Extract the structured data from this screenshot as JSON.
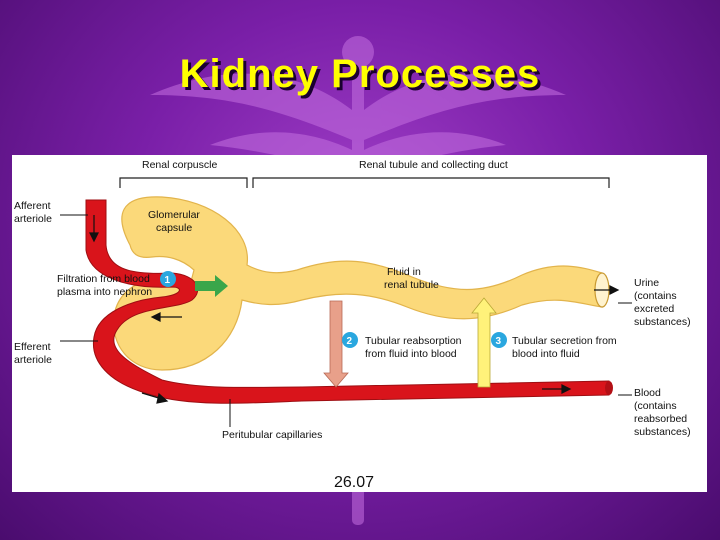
{
  "slide": {
    "title": "Kidney Processes"
  },
  "diagram": {
    "header_left": "Renal corpuscle",
    "header_right": "Renal tubule and collecting duct",
    "afferent_1": "Afferent",
    "afferent_2": "arteriole",
    "glomerular_1": "Glomerular",
    "glomerular_2": "capsule",
    "filtration_1": "Filtration from blood",
    "filtration_2": "plasma into nephron",
    "efferent_1": "Efferent",
    "efferent_2": "arteriole",
    "fluid_1": "Fluid in",
    "fluid_2": "renal tubule",
    "step1": "1",
    "step2": "2",
    "step3": "3",
    "reabsorption_1": "Tubular reabsorption",
    "reabsorption_2": "from fluid into blood",
    "secretion_1": "Tubular secretion from",
    "secretion_2": "blood into fluid",
    "urine_1": "Urine",
    "urine_2": "(contains",
    "urine_3": "excreted",
    "urine_4": "substances)",
    "blood_1": "Blood",
    "blood_2": "(contains",
    "blood_3": "reabsorbed",
    "blood_4": "substances)",
    "peritubular": "Peritubular capillaries",
    "figure_number": "26.07"
  },
  "colors": {
    "background": "#7a1fa8",
    "title": "#ffff00",
    "tubule": "#fbd97a",
    "blood": "#d9141b",
    "badge": "#2aa7df",
    "filtration_arrow": "#3aa64a",
    "reabsorption_arrow": "#e8a08a",
    "secretion_arrow": "#fff27a"
  }
}
